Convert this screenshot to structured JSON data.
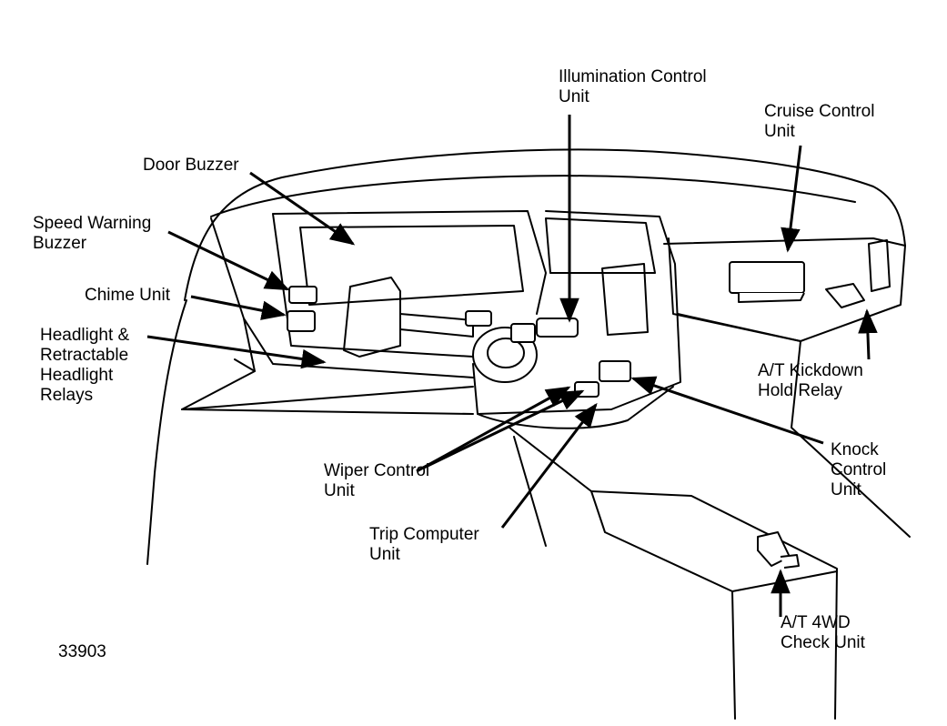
{
  "figure_id": "33903",
  "colors": {
    "ink": "#000000",
    "paper": "#ffffff"
  },
  "labels": {
    "illumination_control_unit": [
      "Illumination Control",
      "Unit"
    ],
    "cruise_control_unit": [
      "Cruise Control",
      "Unit"
    ],
    "door_buzzer": [
      "Door Buzzer"
    ],
    "speed_warning_buzzer": [
      "Speed Warning",
      "Buzzer"
    ],
    "chime_unit": [
      "Chime Unit"
    ],
    "headlight_relays": [
      "Headlight &",
      "Retractable",
      "Headlight",
      "Relays"
    ],
    "at_kickdown_hold_relay": [
      "A/T Kickdown",
      "Hold Relay"
    ],
    "knock_control_unit": [
      "Knock",
      "Control",
      "Unit"
    ],
    "wiper_control_unit": [
      "Wiper Control",
      "Unit"
    ],
    "trip_computer_unit": [
      "Trip Computer",
      "Unit"
    ],
    "at_4wd_check_unit": [
      "A/T 4WD",
      "Check Unit"
    ]
  }
}
